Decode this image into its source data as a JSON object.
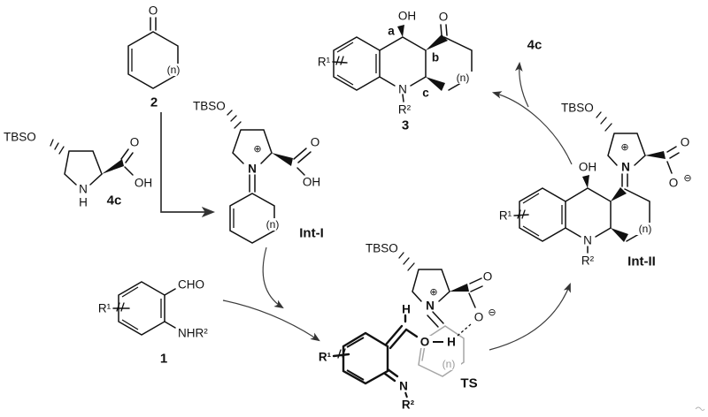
{
  "colors": {
    "ink": "#111111",
    "grey_bond": "#a6a6a6",
    "arrow": "#3d3d3d",
    "background": "#ffffff"
  },
  "compound2": {
    "o": "O",
    "n_ring": "(n)",
    "label": "2"
  },
  "catalyst4c": {
    "tbso": "TBSO",
    "n": "N",
    "h": "H",
    "o": "O",
    "oh": "OH",
    "label": "4c"
  },
  "int1": {
    "tbso": "TBSO",
    "plus": "⊕",
    "n": "N",
    "o": "O",
    "oh": "OH",
    "n_ring": "(n)",
    "label": "Int-I"
  },
  "compound1": {
    "r1": "R¹",
    "cho": "CHO",
    "nhr2": "NHR²",
    "label": "1"
  },
  "ts": {
    "tbso": "TBSO",
    "plus": "⊕",
    "n_iminium": "N",
    "h_vinyl": "H",
    "o_enol": "O",
    "h_enol": "H",
    "o_carbonyl": "O",
    "o_minus": "O",
    "minus": "⊖",
    "r1": "R¹",
    "n_imine": "N",
    "r2": "R²",
    "n_ring": "(n)",
    "label": "TS"
  },
  "int2": {
    "tbso": "TBSO",
    "plus": "⊕",
    "n_iminium": "N",
    "oh": "OH",
    "o_carbonyl": "O",
    "o_minus": "O",
    "minus": "⊖",
    "r1": "R¹",
    "n": "N",
    "r2": "R²",
    "n_ring": "(n)",
    "label": "Int-II"
  },
  "product3": {
    "oh": "OH",
    "o": "O",
    "a": "a",
    "b": "b",
    "c": "c",
    "r1": "R¹",
    "n": "N",
    "r2": "R²",
    "n_ring": "(n)",
    "label": "3"
  },
  "released": {
    "label": "4c"
  }
}
